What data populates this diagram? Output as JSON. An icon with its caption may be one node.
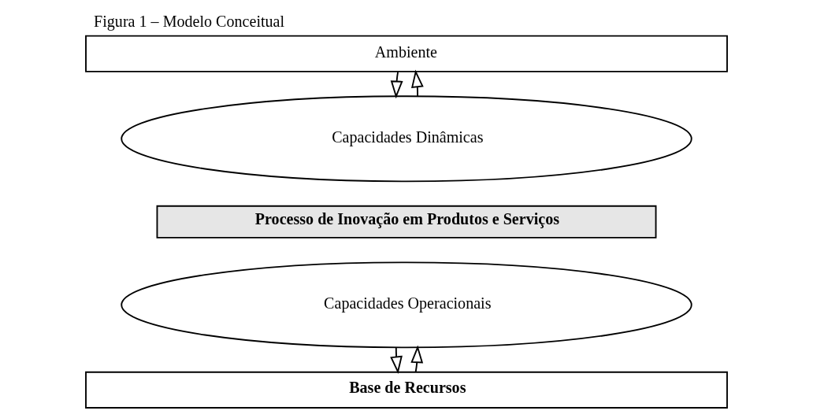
{
  "diagram": {
    "title": "Figura 1 – Modelo Conceitual",
    "nodes": [
      {
        "text": [
          "Ambiente"
        ]
      },
      {
        "text": [
          "Capacidades Dinâmicas"
        ]
      },
      {
        "text": [
          "Processo de Inovação em Produtos e Serviços"
        ]
      },
      {
        "text": [
          "Capacidades Operacionais"
        ]
      },
      {
        "text": [
          "Base de Recursos"
        ]
      }
    ],
    "edges": [
      {
        "from": 0,
        "to": 1,
        "arrow": "to"
      },
      {
        "from": 1,
        "to": 0,
        "arrow": "to"
      },
      {
        "from": 4,
        "to": 3,
        "arrow": "to"
      },
      {
        "from": 3,
        "to": 4,
        "arrow": "to"
      }
    ]
  }
}
